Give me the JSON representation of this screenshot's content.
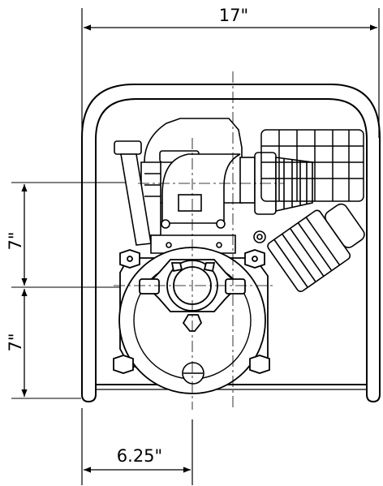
{
  "dimensions": {
    "overall_width": "17\"",
    "upper_height": "7\"",
    "lower_height": "7\"",
    "offset_width": "6.25\""
  }
}
